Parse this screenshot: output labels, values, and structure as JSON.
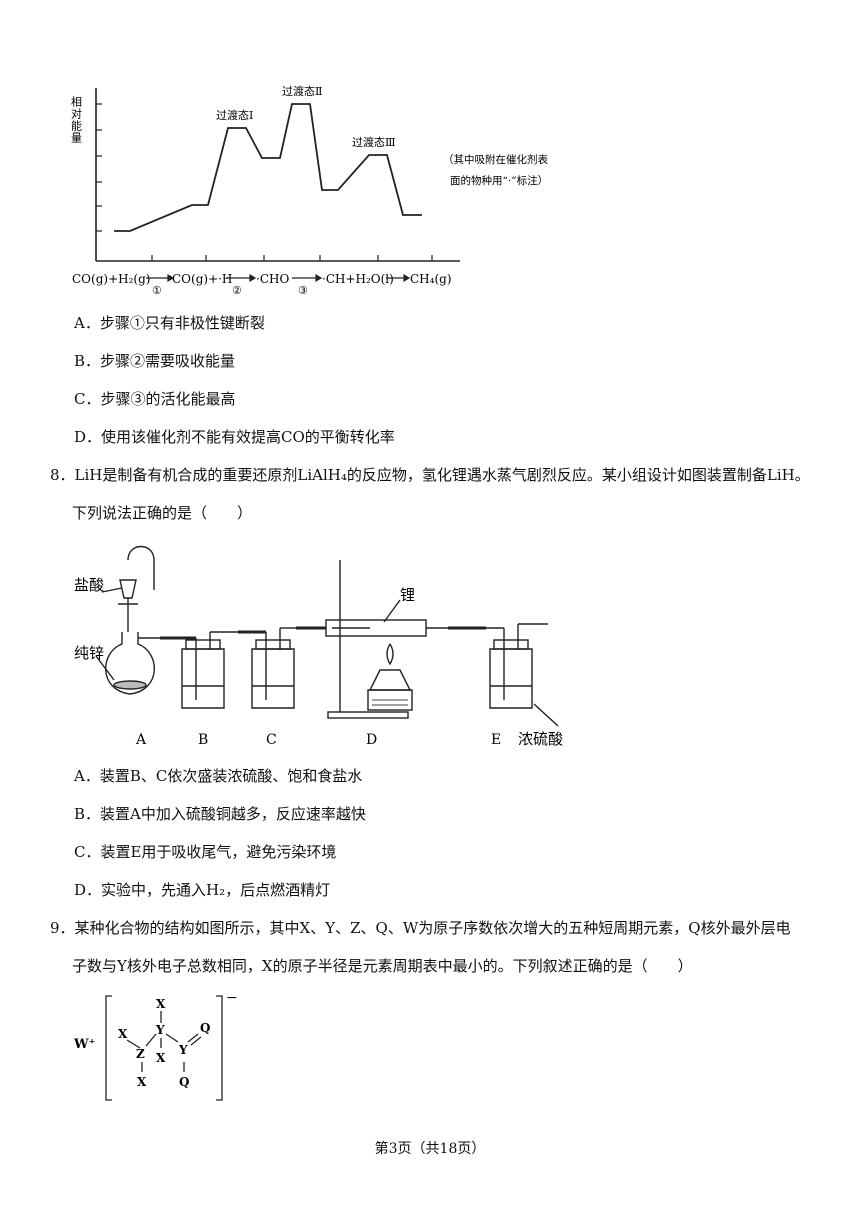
{
  "energy_diagram": {
    "y_axis_label": "相对能量",
    "ts1": "过渡态Ⅰ",
    "ts2": "过渡态Ⅱ",
    "ts3": "过渡态Ⅲ",
    "note_line1": "（其中吸附在催化剂表",
    "note_line2": "面的物种用“·”标注）",
    "species": [
      "CO(g)+H₂(g)",
      "CO(g)+·H",
      "·CHO",
      "·CH+H₂O(l)",
      "CH₄(g)"
    ],
    "steps": [
      "①",
      "②",
      "③"
    ]
  },
  "q7_options": [
    "A．步骤①只有非极性键断裂",
    "B．步骤②需要吸收能量",
    "C．步骤③的活化能最高",
    "D．使用该催化剂不能有效提高CO的平衡转化率"
  ],
  "q8": {
    "line1": "8．LiH是制备有机合成的重要还原剂LiAlH₄的反应物，氢化锂遇水蒸气剧烈反应。某小组设计如图装置制备LiH。",
    "line2": "下列说法正确的是（　　）",
    "labels": {
      "hcl": "盐酸",
      "zinc": "纯锌",
      "lithium": "锂",
      "acid": "浓硫酸",
      "A": "A",
      "B": "B",
      "C": "C",
      "D": "D",
      "E": "E"
    },
    "options": [
      "A．装置B、C依次盛装浓硫酸、饱和食盐水",
      "B．装置A中加入硫酸铜越多，反应速率越快",
      "C．装置E用于吸收尾气，避免污染环境",
      "D．实验中，先通入H₂，后点燃酒精灯"
    ]
  },
  "q9": {
    "line1": "9．某种化合物的结构如图所示，其中X、Y、Z、Q、W为原子序数依次增大的五种短周期元素，Q核外最外层电",
    "line2": "子数与Y核外电子总数相同，X的原子半径是元素周期表中最小的。下列叙述正确的是（　　）",
    "structure": {
      "cation": "W⁺",
      "X": "X",
      "Y": "Y",
      "Z": "Z",
      "Q": "Q",
      "charge": "−"
    }
  },
  "footer": "第3页（共18页）"
}
